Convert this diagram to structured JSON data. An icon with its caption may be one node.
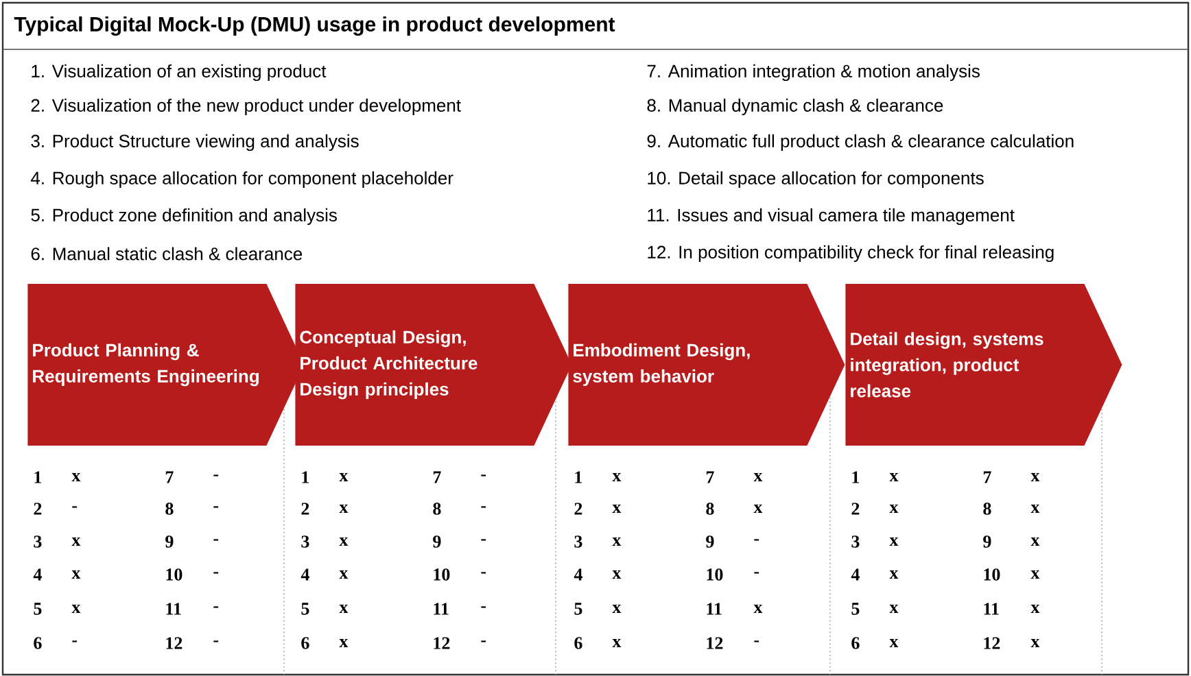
{
  "diagram": {
    "title": "Typical Digital Mock-Up (DMU) usage in product development",
    "nodes": [
      {
        "text": [
          "Product Planning & Requirements Engineering"
        ]
      },
      {
        "text": [
          "Conceptual Design, Product Architecture Design principles"
        ]
      },
      {
        "text": [
          "Embodiment Design, system behavior"
        ]
      },
      {
        "text": [
          "Detail design, systems integration, product release"
        ]
      }
    ],
    "labels": [
      "1. Visualization of an existing product",
      "2. Visualization of the new product under development",
      "3. Product Structure viewing and analysis",
      "4. Rough space allocation for component placeholder",
      "5. Product zone definition and analysis",
      "6. Manual static clash & clearance",
      "7. Animation integration & motion analysis",
      "8. Manual dynamic clash & clearance",
      "9. Automatic full product clash & clearance calculation",
      "10. Detail space allocation for components",
      "11. Issues and visual camera tile management",
      "12. In position compatibility check for final releasing",
      "1",
      "x",
      "7",
      "-",
      "2",
      "-",
      "8",
      "-",
      "3",
      "x",
      "9",
      "-",
      "4",
      "x",
      "10",
      "-",
      "5",
      "x",
      "11",
      "-",
      "6",
      "-",
      "12",
      "-",
      "1",
      "x",
      "7",
      "-",
      "2",
      "x",
      "8",
      "-",
      "3",
      "x",
      "9",
      "-",
      "4",
      "x",
      "10",
      "-",
      "5",
      "x",
      "11",
      "-",
      "6",
      "x",
      "12",
      "-",
      "1",
      "x",
      "7",
      "x",
      "2",
      "x",
      "8",
      "x",
      "3",
      "x",
      "9",
      "-",
      "4",
      "x",
      "10",
      "-",
      "5",
      "x",
      "11",
      "x",
      "6",
      "x",
      "12",
      "-",
      "1",
      "x",
      "7",
      "x",
      "2",
      "x",
      "8",
      "x",
      "3",
      "x",
      "9",
      "x",
      "4",
      "x",
      "10",
      "x",
      "5",
      "x",
      "11",
      "x",
      "6",
      "x",
      "12",
      "x"
    ]
  }
}
